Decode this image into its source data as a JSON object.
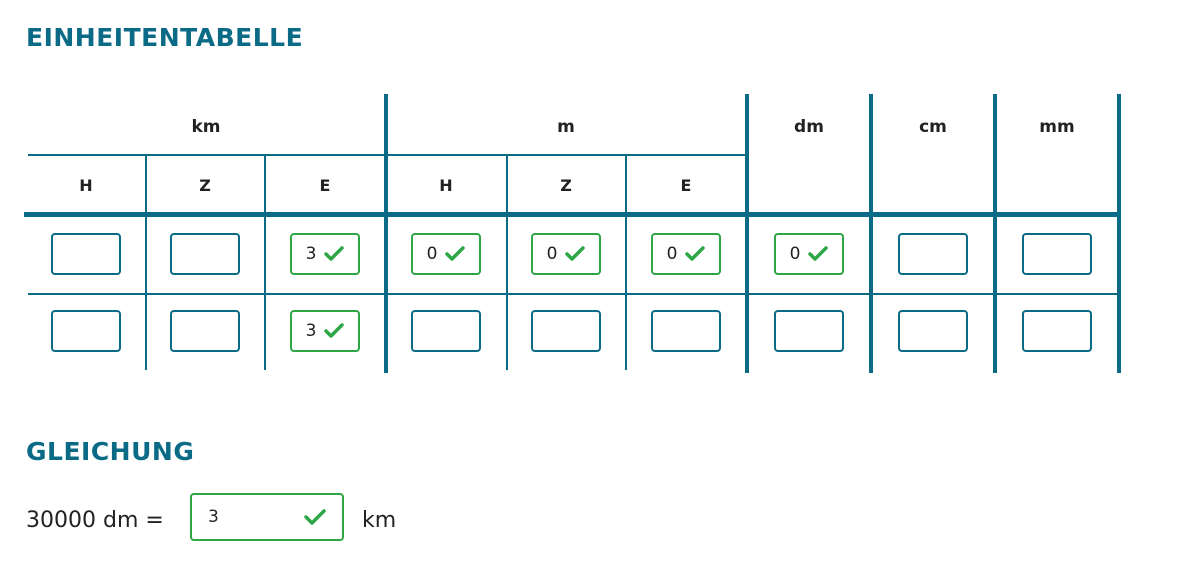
{
  "table_heading": "EINHEITENTABELLE",
  "equation_heading": "GLEICHUNG",
  "units": {
    "km": "km",
    "m": "m",
    "dm": "dm",
    "cm": "cm",
    "mm": "mm"
  },
  "subheaders": {
    "km_h": "H",
    "km_z": "Z",
    "km_e": "E",
    "m_h": "H",
    "m_z": "Z",
    "m_e": "E"
  },
  "rows": [
    {
      "km_h": "",
      "km_z": "",
      "km_e": "3",
      "m_h": "0",
      "m_z": "0",
      "m_e": "0",
      "dm": "0",
      "cm": "",
      "mm": ""
    },
    {
      "km_h": "",
      "km_z": "",
      "km_e": "3",
      "m_h": "",
      "m_z": "",
      "m_e": "",
      "dm": "",
      "cm": "",
      "mm": ""
    }
  ],
  "equation": {
    "left": "30000 dm =",
    "answer": "3",
    "unit": "km"
  },
  "colors": {
    "accent": "#0b6a86",
    "correct": "#2ea646"
  },
  "icons": {
    "correct": "checkmark-icon"
  }
}
